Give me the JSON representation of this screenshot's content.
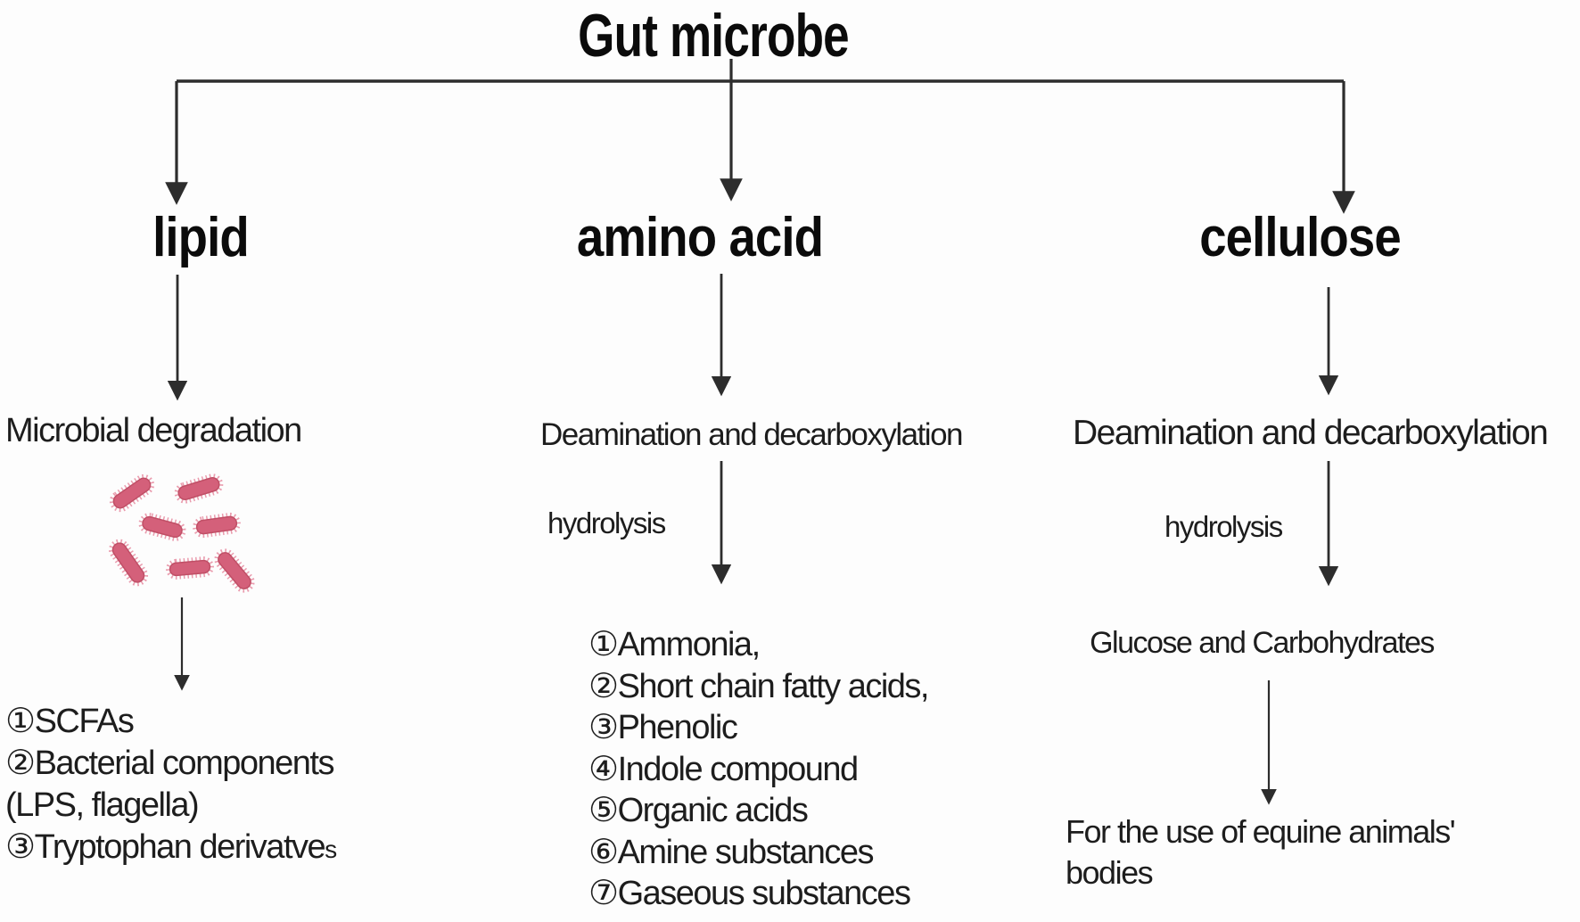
{
  "title": "Gut microbe",
  "columns": [
    {
      "id": "lipid",
      "label": "lipid",
      "process": "Microbial degradation",
      "illustration": "bacteria-rods",
      "products": [
        "①SCFAs",
        "②Bacterial components",
        "(LPS, flagella)",
        "③Tryptophan derivatve"
      ],
      "product_small_suffix": "s"
    },
    {
      "id": "amino-acid",
      "label": "amino acid",
      "process": "Deamination and decarboxylation",
      "reaction": "hydrolysis",
      "products": [
        "①Ammonia,",
        "②Short chain fatty acids,",
        "③Phenolic",
        "④Indole compound",
        "⑤Organic acids",
        "⑥Amine substances",
        "⑦Gaseous substances"
      ]
    },
    {
      "id": "cellulose",
      "label": "cellulose",
      "process": "Deamination and decarboxylation",
      "reaction": "hydrolysis",
      "intermediate": "Glucose and Carbohydrates",
      "outcome_line1": "For the use of equine animals'",
      "outcome_line2": "bodies"
    }
  ],
  "colors": {
    "line": "#2d2d2d",
    "text": "#1d1d1d",
    "bacteria_body": "#d4607a",
    "bacteria_outline": "#c04f66",
    "bacteria_fuzz": "#ea9cae"
  }
}
